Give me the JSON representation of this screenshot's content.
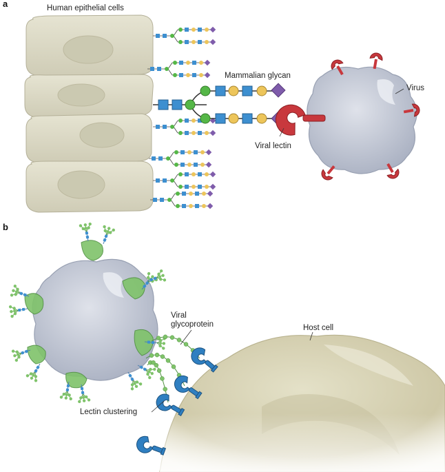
{
  "panels": {
    "a": "a",
    "b": "b"
  },
  "labels": {
    "epithelial": "Human epithelial cells",
    "mammalian_glycan": "Mammalian glycan",
    "virus": "Virus",
    "viral_lectin": "Viral lectin",
    "viral_glycoprotein_line1": "Viral",
    "viral_glycoprotein_line2": "glycoprotein",
    "host_cell": "Host cell",
    "lectin_clustering": "Lectin clustering"
  },
  "colors": {
    "cell_fill": "#dcdac6",
    "cell_stroke": "#b4b098",
    "virus_fill": "#c5cad6",
    "virus_stroke": "#98a0b2",
    "glycan_blue": "#3d8fd0",
    "glycan_green": "#55b747",
    "glycan_yellow": "#edc55a",
    "glycan_purple": "#7f5cab",
    "lectin_red": "#c8383d",
    "lectin_blue": "#2f7fc1",
    "glycoprotein_green": "#7fc36a",
    "host_fill": "#d3ceb0"
  },
  "icons": {
    "glycan": "glycan-chain-icon",
    "lectin": "viral-lectin-icon",
    "spike": "viral-spike-icon"
  }
}
